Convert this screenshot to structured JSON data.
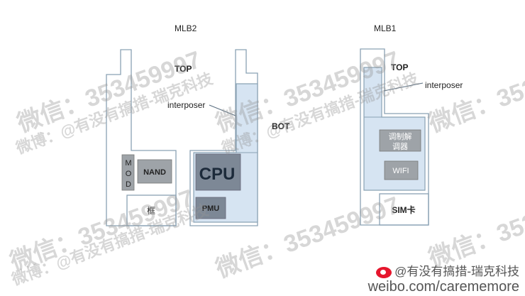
{
  "labels": {
    "mlb2": "MLB2",
    "mlb1": "MLB1",
    "top": "TOP",
    "bot": "BOT",
    "interposer": "interposer",
    "mod": [
      "M",
      "O",
      "D"
    ],
    "nand": "NAND",
    "frame": "框",
    "cpu": "CPU",
    "pmu": "PMU",
    "modem_line1": "调制解",
    "modem_line2": "调器",
    "wifi": "WIFI",
    "sim": "SIM卡"
  },
  "watermark": {
    "wechat": "微信：353459997",
    "weibo": "微博：@有没有搞措-瑞克科技"
  },
  "footer": {
    "handle": "@有没有搞措-瑞克科技",
    "url": "weibo.com/carememore"
  },
  "colors": {
    "outline": "#8aa2b4",
    "blue_fill": "#d6e4f2",
    "chip_gray": "#9ea3a8",
    "chip_dark": "#7d8896",
    "text": "#222222"
  }
}
